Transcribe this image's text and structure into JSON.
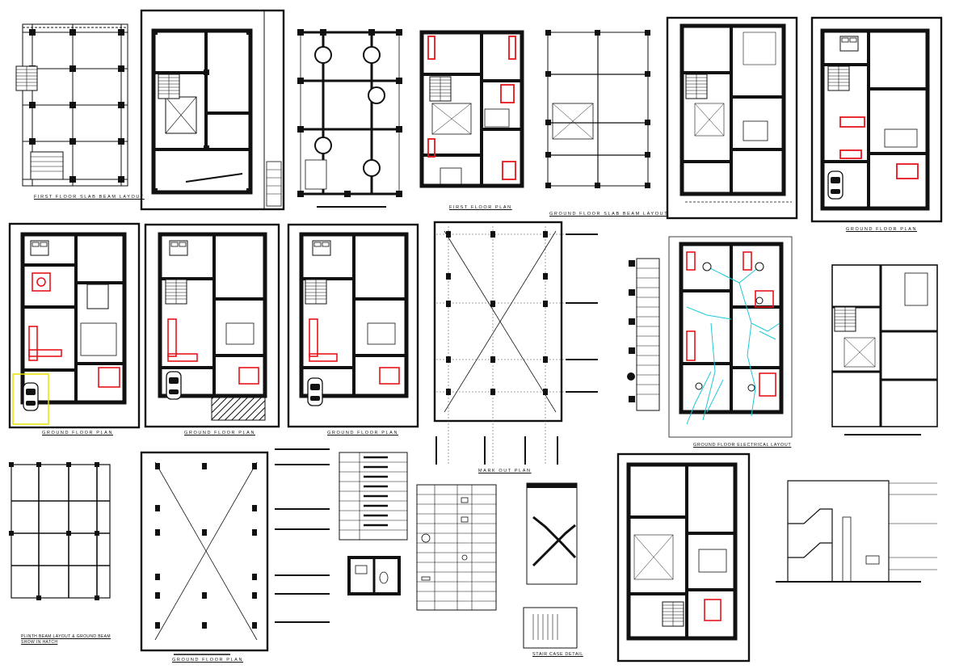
{
  "sheet_captions": {
    "first_floor_slab_beam_layout": "FIRST FLOOR SLAB BEAM LAYOUT",
    "first_floor_plan": "FIRST FLOOR PLAN",
    "ground_floor_slab_beam_layout": "GROUND FLOOR SLAB BEAM LAYOUT",
    "ground_floor_plan_top_right": "GROUND FLOOR PLAN",
    "ground_floor_plan_1": "GROUND FLOOR PLAN",
    "ground_floor_plan_2": "GROUND FLOOR PLAN",
    "ground_floor_plan_3": "GROUND FLOOR PLAN",
    "mark_out_plan": "MARK OUT PLAN",
    "ground_floor_electrical_layout": "GROUND FLOOR ELECTRICAL LAYOUT",
    "plinth_beam_layout": "PLINTH BEAM LAYOUT & GROUND BEAM SHOW IN HATCH",
    "ground_floor_plan_bottom": "GROUND FLOOR PLAN",
    "stair_case_detail": "STAIR CASE DETAIL"
  },
  "colors": {
    "ink": "#111111",
    "furniture": "#e8141c",
    "wiring": "#1ec8d8",
    "highlight": "#e8e000",
    "grid_guides": "#444444"
  }
}
